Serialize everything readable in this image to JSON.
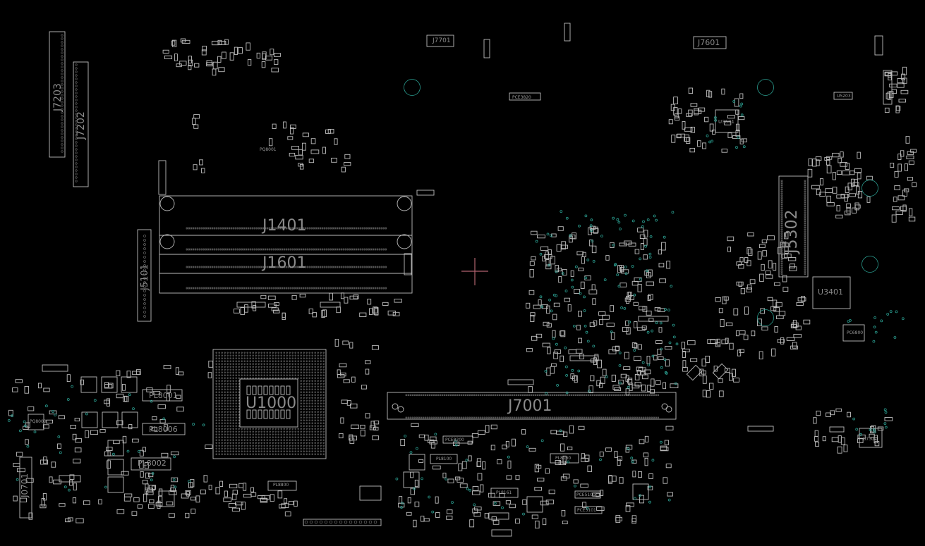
{
  "board": {
    "background": "#000000",
    "outline_color": "#bdbdbd",
    "via_color": "#2a9d8f",
    "marker_color": "#b2646f"
  },
  "connectors": {
    "j1401": "J1401",
    "j1601": "J1601",
    "j7001": "J7001",
    "j5302": "J5302",
    "j7203": "J7203",
    "j7202": "J7202",
    "j5101": "J5101",
    "j0701": "J0701",
    "j7701": "J7701",
    "j7601": "J7601"
  },
  "chips": {
    "u1000": "U1000",
    "u3401": "U3401",
    "u3601": "U3601",
    "u7302": "U7302"
  },
  "inductors": {
    "pl8001": "PL8001",
    "pl8006": "PL8006",
    "pl8002": "PL8002",
    "pl8800": "PL8800",
    "pl8100": "PL8100",
    "pl8160": "PL8160",
    "pl8161": "PL8161"
  },
  "small_labels": {
    "pce8200": "PCE8200",
    "pce3820": "PCE3820",
    "pc6800": "PC6800",
    "pce5100": "PCE5100",
    "pce5101": "PCE5101",
    "u5203": "U5203",
    "pq8000": "PQ8000",
    "pq8001": "PQ8001"
  }
}
